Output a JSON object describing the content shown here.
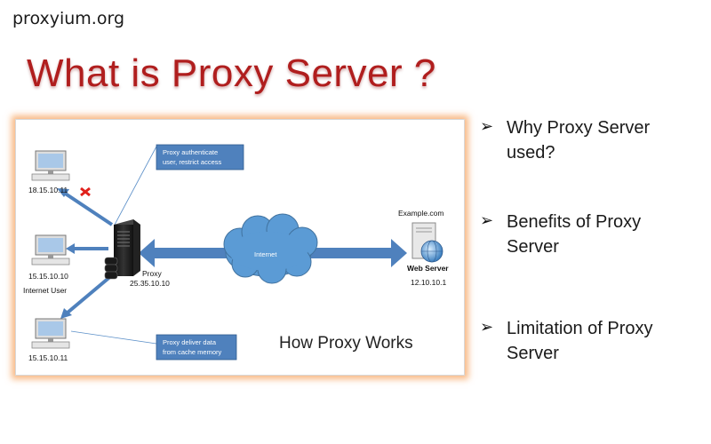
{
  "site": "proxyium.org",
  "title": "What is Proxy Server ?",
  "diagram": {
    "clients": [
      {
        "ip": "18.15.10.11"
      },
      {
        "ip": "15.15.10.10"
      },
      {
        "ip": "15.15.10.11"
      }
    ],
    "internet_user_label": "Internet User",
    "proxy_label": "Proxy",
    "proxy_ip": "25.35.10.10",
    "cloud_label": "Internet",
    "domain_label": "Example.com",
    "web_server_label": "Web Server",
    "web_server_ip": "12.10.10.1",
    "note_top": [
      "Proxy authenticate",
      "user, restrict access"
    ],
    "note_bottom": [
      "Proxy deliver data",
      "from cache memory"
    ],
    "caption": "How Proxy Works",
    "colors": {
      "arrow": "#4f81bd",
      "cloud": "#5b9bd5",
      "note": "#4f81bd",
      "blocked": "#e0201b"
    }
  },
  "bullets": [
    {
      "icon": "arrowhead-bullet-icon",
      "text": "Why Proxy Server used?"
    },
    {
      "icon": "arrowhead-bullet-icon",
      "text": "Benefits of Proxy Server"
    },
    {
      "icon": "arrowhead-bullet-icon",
      "text": "Limitation of Proxy Server"
    }
  ]
}
